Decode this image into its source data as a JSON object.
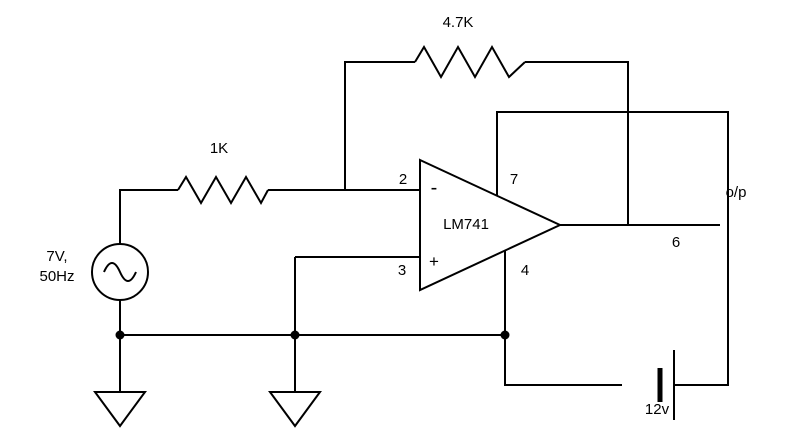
{
  "labels": {
    "feedback_resistor_value": "4.7K",
    "input_resistor_value": "1K",
    "source_voltage": "7V,",
    "source_frequency": "50Hz",
    "opamp_part": "LM741",
    "inverting_sign": "-",
    "noninverting_sign": "+",
    "pin_inverting": "2",
    "pin_noninverting": "3",
    "pin_vplus": "7",
    "pin_vminus": "4",
    "pin_output": "6",
    "output_label": "o/p",
    "battery_value": "12v"
  },
  "colors": {
    "wire": "#000000",
    "background": "#ffffff",
    "text": "#000000"
  }
}
